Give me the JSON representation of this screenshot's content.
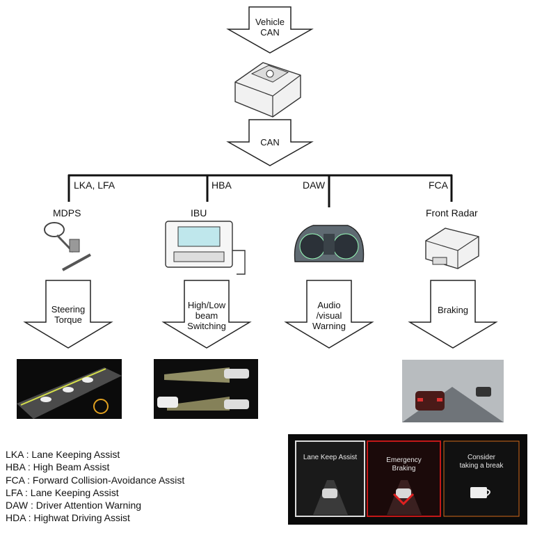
{
  "top_arrow": {
    "line1": "Vehicle",
    "line2": "CAN"
  },
  "bus_arrow": {
    "label": "CAN"
  },
  "branches": [
    {
      "bus_label": "LKA, LFA",
      "unit": "MDPS",
      "output_line1": "Steering",
      "output_line2": "Torque",
      "output_line3": ""
    },
    {
      "bus_label": "HBA",
      "unit": "IBU",
      "output_line1": "High/Low",
      "output_line2": "beam",
      "output_line3": "Switching"
    },
    {
      "bus_label": "DAW",
      "unit": "",
      "output_line1": "Audio",
      "output_line2": "/visual",
      "output_line3": "Warning"
    },
    {
      "bus_label": "FCA",
      "unit": "Front Radar",
      "output_line1": "Braking",
      "output_line2": "",
      "output_line3": ""
    }
  ],
  "cluster_panels": [
    {
      "line1": "Lane Keep Assist",
      "line2": ""
    },
    {
      "line1": "Emergency",
      "line2": "Braking"
    },
    {
      "line1": "Consider",
      "line2": "taking a break"
    }
  ],
  "legend": [
    "LKA : Lane Keeping Assist",
    "HBA : High Beam Assist",
    "FCA : Forward Collision-Avoidance Assist",
    "LFA : Lane Keeping Assist",
    "DAW : Driver Attention Warning",
    "HDA : Highwat Driving Assist"
  ]
}
